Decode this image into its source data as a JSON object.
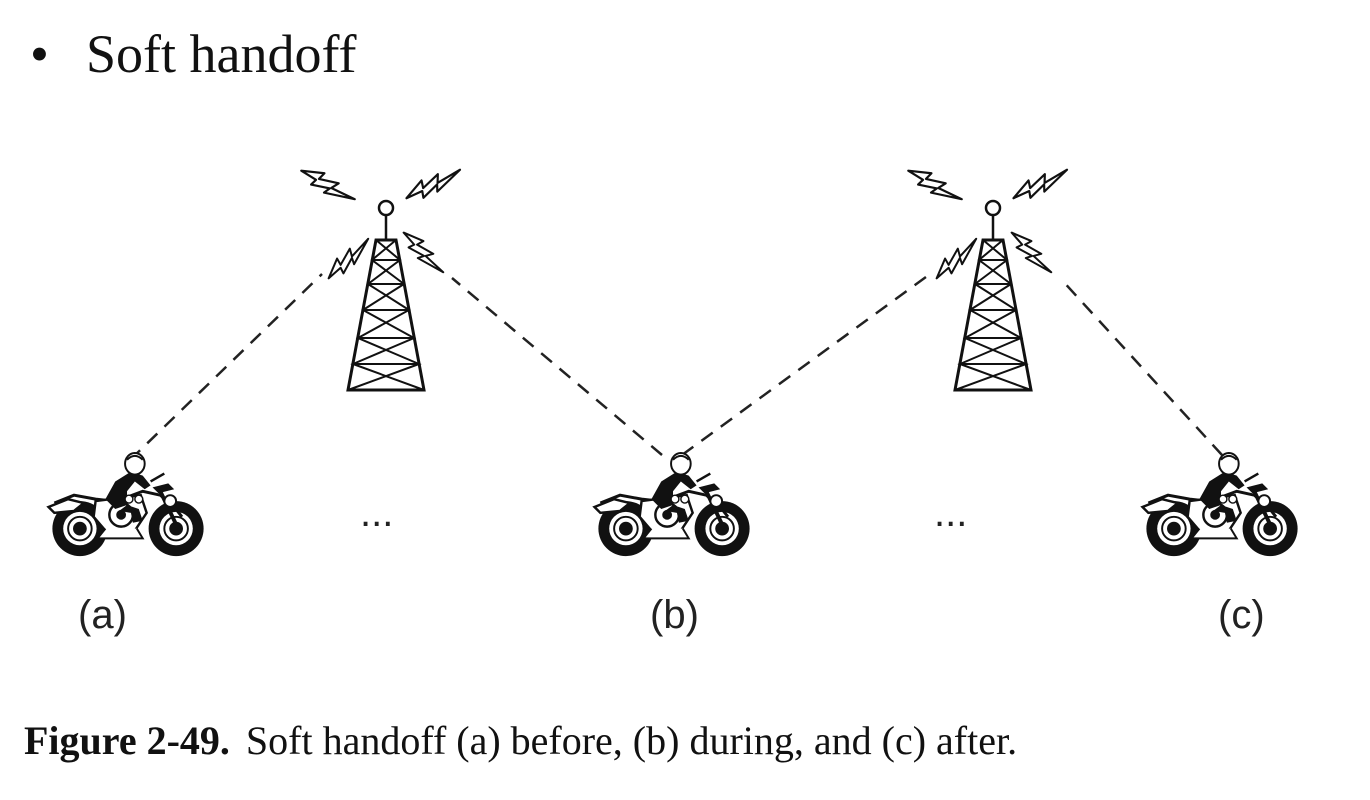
{
  "slide": {
    "bullet_glyph": "•",
    "bullet_text": "Soft handoff"
  },
  "diagram": {
    "positions": [
      {
        "id": "a",
        "label": "(a)"
      },
      {
        "id": "b",
        "label": "(b)"
      },
      {
        "id": "c",
        "label": "(c)"
      }
    ],
    "ellipsis": [
      "...",
      "..."
    ],
    "icons": {
      "tower": "radio-tower-icon",
      "lightning": "lightning-bolt-icon",
      "vehicle": "motorcycle-rider-icon"
    },
    "colors": {
      "ink": "#111111",
      "link": "#222222"
    }
  },
  "caption": {
    "figure_label": "Figure 2-49.",
    "text": "Soft handoff (a) before, (b) during, and (c) after."
  }
}
